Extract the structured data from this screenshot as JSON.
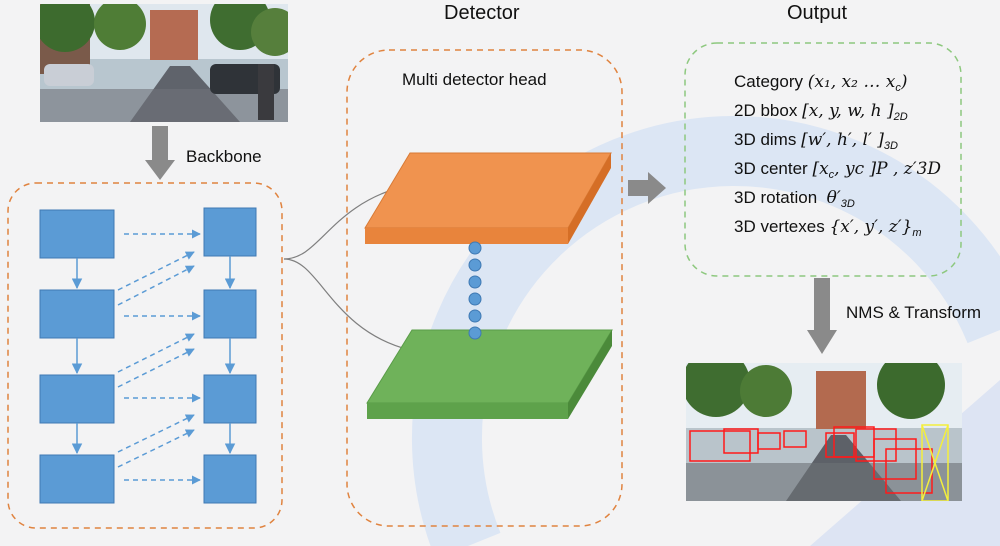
{
  "titles": {
    "detector": "Detector",
    "output": "Output"
  },
  "labels": {
    "backbone": "Backbone",
    "multi_detector_head": "Multi detector head",
    "nms_transform": "NMS & Transform"
  },
  "output_items": [
    {
      "label": "Category",
      "math": "(x₁, x₂ … x",
      "sub": "c",
      "tail": ")"
    },
    {
      "label": "2D bbox",
      "math": "[x, y, w, h ]",
      "sub": "2D",
      "tail": ""
    },
    {
      "label": "3D dims",
      "math": "[w′, h′, l′ ]",
      "sub": "3D",
      "tail": ""
    },
    {
      "label": "3D center",
      "math": "[x",
      "sub": "c",
      "tail": ", y⁣c ]⁣P , z′3D"
    },
    {
      "label": "3D rotation",
      "math": "θ′",
      "sub": "3D",
      "tail": ""
    },
    {
      "label": "3D vertexes",
      "math": "{x′, y′,  z′}",
      "sub": "m",
      "tail": ""
    }
  ],
  "colors": {
    "dashed_orange": "#e0833f",
    "dashed_green": "#8dc87e",
    "block_blue": "#5b9bd5",
    "plate_orange": "#f0934f",
    "plate_green": "#6fb25a",
    "arrow_gray": "#7f7f7f"
  }
}
